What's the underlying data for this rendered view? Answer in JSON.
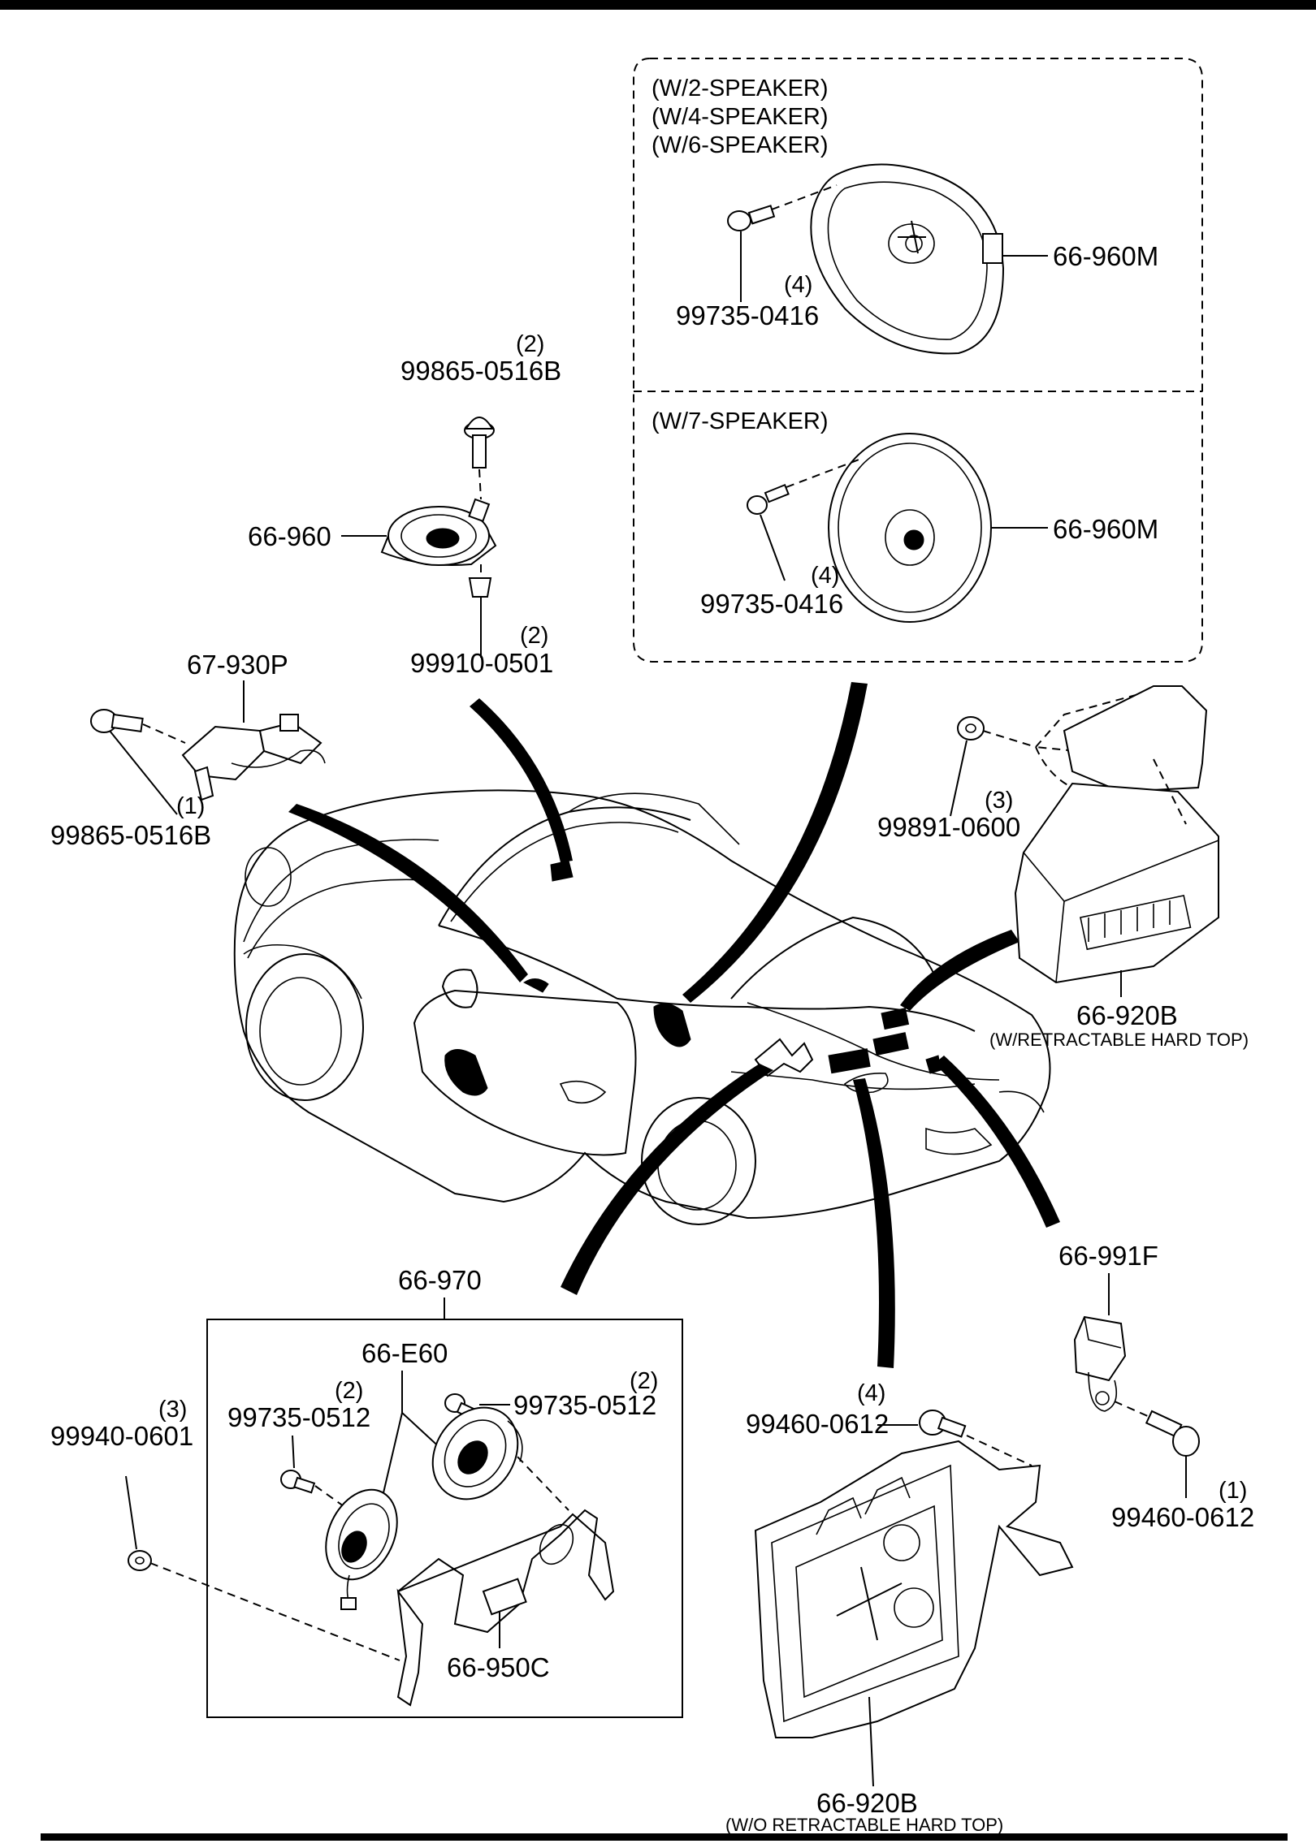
{
  "variant_box": {
    "variants_a": [
      "(W/2-SPEAKER)",
      "(W/4-SPEAKER)",
      "(W/6-SPEAKER)"
    ],
    "variant_b": "(W/7-SPEAKER)",
    "part_a": "66-960M",
    "screw_a": "99735-0416",
    "screw_a_qty": "(4)",
    "part_b": "66-960M",
    "screw_b": "99735-0416",
    "screw_b_qty": "(4)"
  },
  "tweeter": {
    "screw": "99865-0516B",
    "screw_qty": "(2)",
    "speaker": "66-960",
    "clip": "99910-0501",
    "clip_qty": "(2)"
  },
  "module": {
    "part": "67-930P",
    "bolt": "99865-0516B",
    "bolt_qty": "(1)"
  },
  "amp_hardtop": {
    "nut": "99891-0600",
    "nut_qty": "(3)",
    "part": "66-920B",
    "note": "(W/RETRACTABLE HARD TOP)"
  },
  "rear_assembly": {
    "box_label": "66-970",
    "speaker": "66-E60",
    "screw_left": "99735-0512",
    "screw_left_qty": "(2)",
    "screw_right": "99735-0512",
    "screw_right_qty": "(2)",
    "bracket": "66-950C",
    "nut": "99940-0601",
    "nut_qty": "(3)"
  },
  "relay": {
    "part": "66-991F",
    "bolt": "99460-0612",
    "bolt_qty": "(1)"
  },
  "amp_soft": {
    "bolt": "99460-0612",
    "bolt_qty": "(4)",
    "part": "66-920B",
    "note": "(W/O RETRACTABLE HARD TOP)"
  }
}
